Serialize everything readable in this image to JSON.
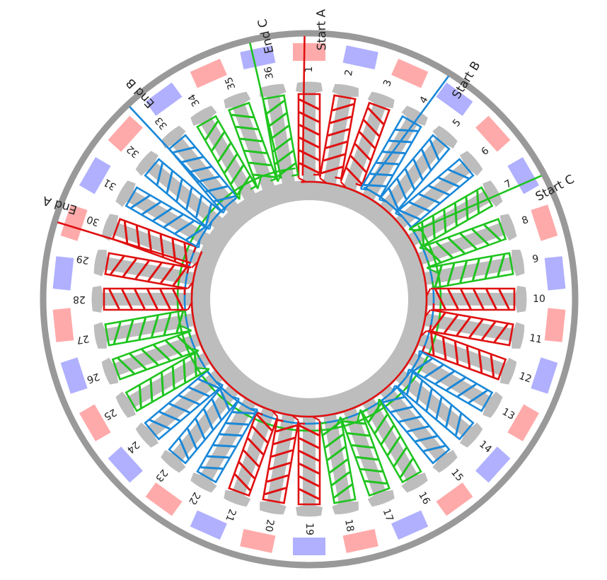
{
  "title": "36-slot 3-phase stator winding diagram",
  "colors": {
    "phase_A": "#e01010",
    "phase_B": "#1a88d8",
    "phase_C": "#1fc41f",
    "magnet_north": "#ffaaaa",
    "magnet_south": "#b0b0ff",
    "iron": "#bdbdbd",
    "rotor_ring": "#999999"
  },
  "magnet_count": 30,
  "slots": [
    "1",
    "2",
    "3",
    "4",
    "5",
    "6",
    "7",
    "8",
    "9",
    "10",
    "11",
    "12",
    "13",
    "14",
    "15",
    "16",
    "17",
    "18",
    "19",
    "20",
    "21",
    "22",
    "23",
    "24",
    "25",
    "26",
    "27",
    "28",
    "29",
    "30",
    "31",
    "32",
    "33",
    "34",
    "35",
    "36"
  ],
  "slot_phases": [
    "A",
    "A",
    "A",
    "B",
    "B",
    "B",
    "C",
    "C",
    "C",
    "A",
    "A",
    "A",
    "B",
    "B",
    "B",
    "C",
    "C",
    "C",
    "A",
    "A",
    "A",
    "B",
    "B",
    "B",
    "C",
    "C",
    "C",
    "A",
    "A",
    "A",
    "B",
    "B",
    "B",
    "C",
    "C",
    "C"
  ],
  "leads": [
    {
      "label": "Start A",
      "phase": "A",
      "slot": 1
    },
    {
      "label": "Start B",
      "phase": "B",
      "slot": 4
    },
    {
      "label": "Start C",
      "phase": "C",
      "slot": 7
    },
    {
      "label": "End A",
      "phase": "A",
      "slot": 30
    },
    {
      "label": "End B",
      "phase": "B",
      "slot": 33
    },
    {
      "label": "End C",
      "phase": "C",
      "slot": 36
    }
  ]
}
